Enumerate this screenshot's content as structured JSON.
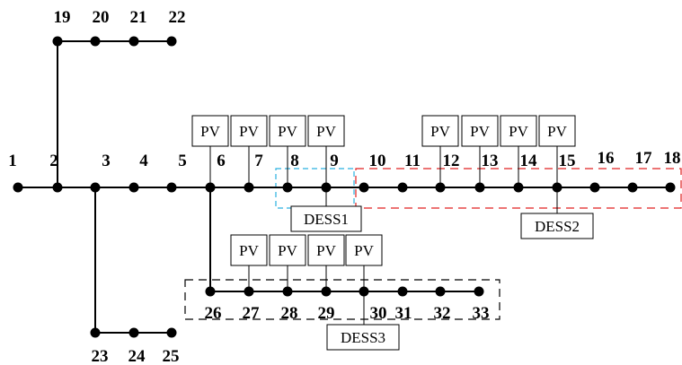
{
  "diagram": {
    "nodes": [
      "1",
      "2",
      "3",
      "4",
      "5",
      "6",
      "7",
      "8",
      "9",
      "10",
      "11",
      "12",
      "13",
      "14",
      "15",
      "16",
      "17",
      "18",
      "19",
      "20",
      "21",
      "22",
      "23",
      "24",
      "25",
      "26",
      "27",
      "28",
      "29",
      "30",
      "31",
      "32",
      "33"
    ],
    "pv_label": "PV",
    "dess": {
      "d1": "DESS1",
      "d2": "DESS2",
      "d3": "DESS3"
    },
    "edges": [
      [
        "1",
        "2"
      ],
      [
        "2",
        "3"
      ],
      [
        "3",
        "4"
      ],
      [
        "4",
        "5"
      ],
      [
        "5",
        "6"
      ],
      [
        "6",
        "7"
      ],
      [
        "7",
        "8"
      ],
      [
        "8",
        "9"
      ],
      [
        "9",
        "10"
      ],
      [
        "10",
        "11"
      ],
      [
        "11",
        "12"
      ],
      [
        "12",
        "13"
      ],
      [
        "13",
        "14"
      ],
      [
        "14",
        "15"
      ],
      [
        "15",
        "16"
      ],
      [
        "16",
        "17"
      ],
      [
        "17",
        "18"
      ],
      [
        "2",
        "19"
      ],
      [
        "19",
        "20"
      ],
      [
        "20",
        "21"
      ],
      [
        "21",
        "22"
      ],
      [
        "3",
        "23"
      ],
      [
        "23",
        "24"
      ],
      [
        "24",
        "25"
      ],
      [
        "6",
        "26"
      ],
      [
        "26",
        "27"
      ],
      [
        "27",
        "28"
      ],
      [
        "28",
        "29"
      ],
      [
        "29",
        "30"
      ],
      [
        "30",
        "31"
      ],
      [
        "31",
        "32"
      ],
      [
        "32",
        "33"
      ]
    ],
    "pv_nodes": [
      "6",
      "7",
      "8",
      "9",
      "12",
      "13",
      "14",
      "15",
      "27",
      "28",
      "29",
      "30"
    ],
    "dess_attach": {
      "d1": "9",
      "d2": "15",
      "d3": "30"
    },
    "zones": [
      {
        "nodes": [
          "8",
          "9"
        ],
        "color": "#2ab0e0"
      },
      {
        "nodes": [
          "10",
          "11",
          "12",
          "13",
          "14",
          "15",
          "16",
          "17",
          "18"
        ],
        "color": "#e02020"
      },
      {
        "nodes": [
          "26",
          "27",
          "28",
          "29",
          "30",
          "31",
          "32",
          "33"
        ],
        "color": "#000000"
      }
    ]
  }
}
